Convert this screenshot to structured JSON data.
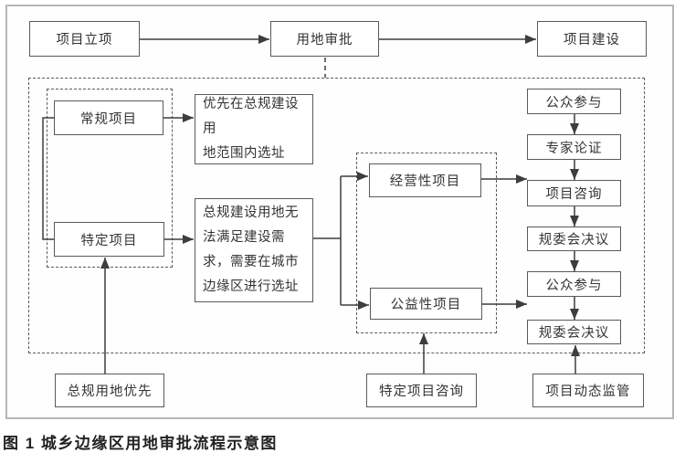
{
  "diagram": {
    "caption": "图 1 城乡边缘区用地审批流程示意图",
    "top_flow": {
      "project_initiation": "项目立项",
      "land_approval": "用地审批",
      "project_construction": "项目建设"
    },
    "project_types": {
      "regular_project": "常规项目",
      "specific_project": "特定项目"
    },
    "siting_rules": {
      "regular_siting": "优先在总规建设用\n地范围内选址",
      "specific_siting": "总规建设用地无\n法满足建设需\n求，需要在城市\n边缘区进行选址"
    },
    "fringe_project_types": {
      "commercial_project": "经营性项目",
      "public_welfare_project": "公益性项目"
    },
    "approval_steps": [
      "公众参与",
      "专家论证",
      "项目咨询",
      "规委会决议",
      "公众参与",
      "规委会决议"
    ],
    "bottom_row": {
      "master_plan_priority": "总规用地优先",
      "specific_project_consultation": "特定项目咨询",
      "dynamic_supervision": "项目动态监管"
    },
    "colors": {
      "line": "#3d3d3d",
      "box_border": "#5a5a5a",
      "frame_border": "#b6b6b6"
    }
  }
}
